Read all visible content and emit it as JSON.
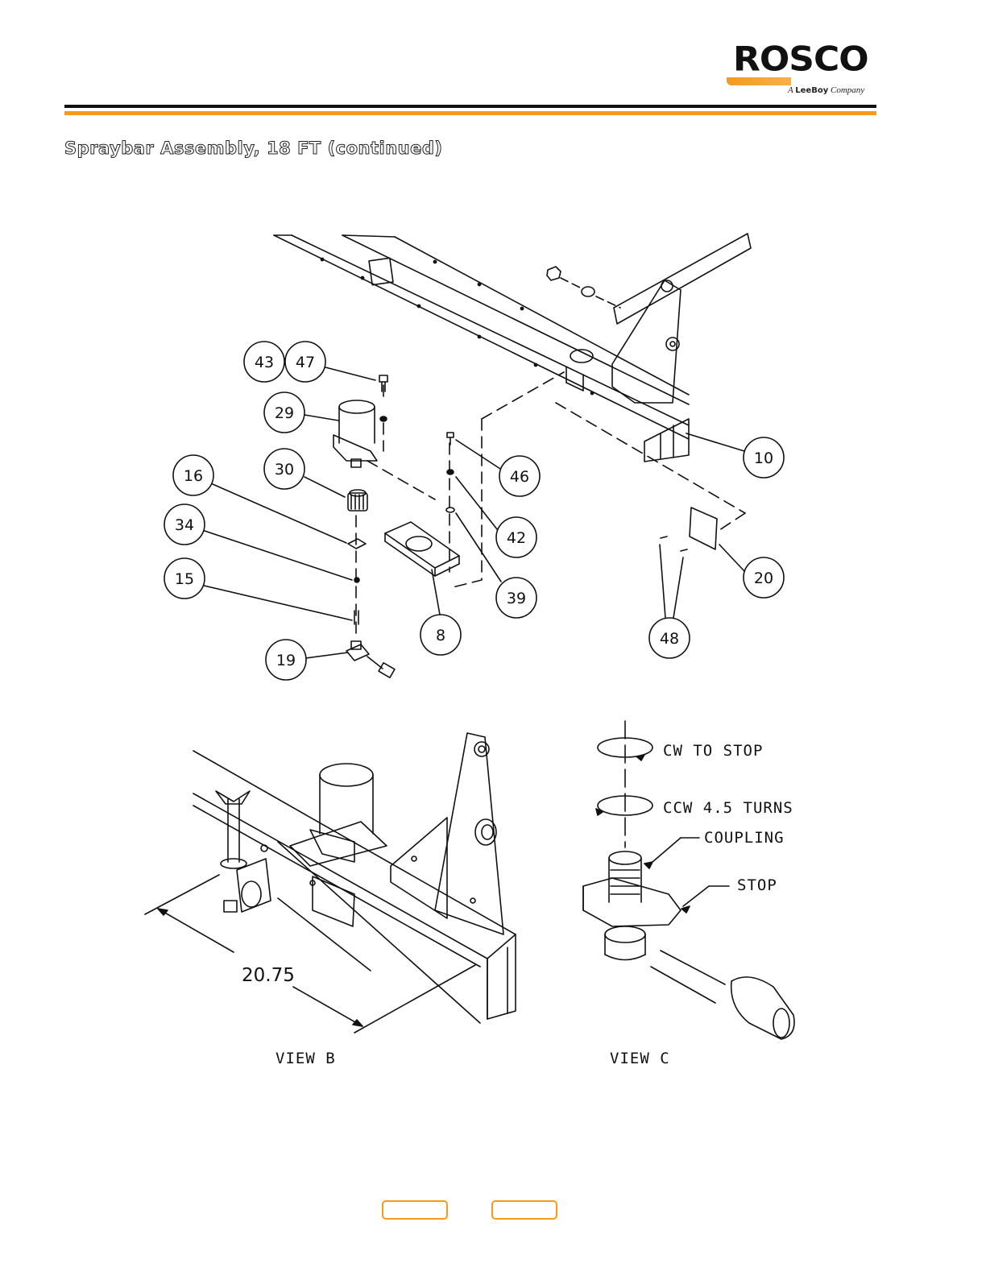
{
  "header": {
    "logo_text": "ROSCO",
    "logo_tagline_a": "A",
    "logo_tagline_brand": "LeeBoy",
    "logo_tagline_company": "Company",
    "accent_color": "#f39a1f"
  },
  "page_title": "Spraybar Assembly, 18 FT (continued)",
  "callouts": [
    "43",
    "47",
    "29",
    "30",
    "16",
    "34",
    "15",
    "19",
    "46",
    "42",
    "39",
    "8",
    "10",
    "20",
    "48"
  ],
  "view_b": {
    "label": "VIEW  B",
    "dimension": "20.75"
  },
  "view_c": {
    "label": "VIEW  C",
    "note_cw": "CW TO STOP",
    "note_ccw": "CCW 4.5 TURNS",
    "note_coupling": "COUPLING",
    "note_stop": "STOP"
  },
  "footer": {
    "prev_label": "",
    "next_label": ""
  }
}
